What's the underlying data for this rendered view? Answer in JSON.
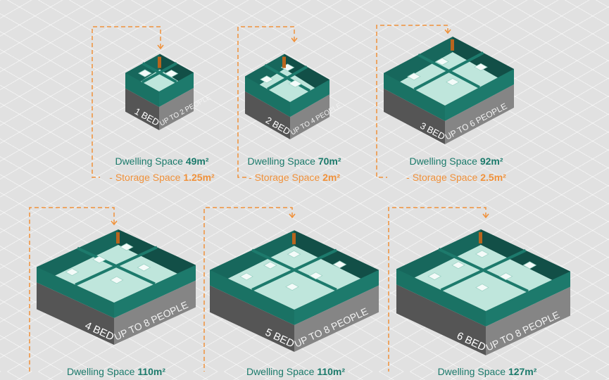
{
  "colors": {
    "teal": "#1d7a6c",
    "floor": "#bfe6dc",
    "orange": "#f0913a",
    "gray_dark": "#555555",
    "gray_light": "#858585"
  },
  "units": [
    {
      "beds": "1 BED",
      "people": "UP TO 2 PEOPLE",
      "dwelling_label": "Dwelling Space",
      "dwelling_value": "49m²",
      "storage_label": "- Storage Space",
      "storage_value": "1.25m²"
    },
    {
      "beds": "2 BED",
      "people": "UP TO 4 PEOPLE",
      "dwelling_label": "Dwelling Space",
      "dwelling_value": "70m²",
      "storage_label": "- Storage Space",
      "storage_value": "2m²"
    },
    {
      "beds": "3 BED",
      "people": "UP TO 6 PEOPLE",
      "dwelling_label": "Dwelling Space",
      "dwelling_value": "92m²",
      "storage_label": "- Storage Space",
      "storage_value": "2.5m²"
    },
    {
      "beds": "4 BED",
      "people": "UP TO 8 PEOPLE",
      "dwelling_label": "Dwelling Space",
      "dwelling_value": "110m²"
    },
    {
      "beds": "5 BED",
      "people": "UP TO 8 PEOPLE",
      "dwelling_label": "Dwelling Space",
      "dwelling_value": "110m²"
    },
    {
      "beds": "6 BED",
      "people": "UP TO 8 PEOPLE",
      "dwelling_label": "Dwelling Space",
      "dwelling_value": "127m²"
    }
  ]
}
